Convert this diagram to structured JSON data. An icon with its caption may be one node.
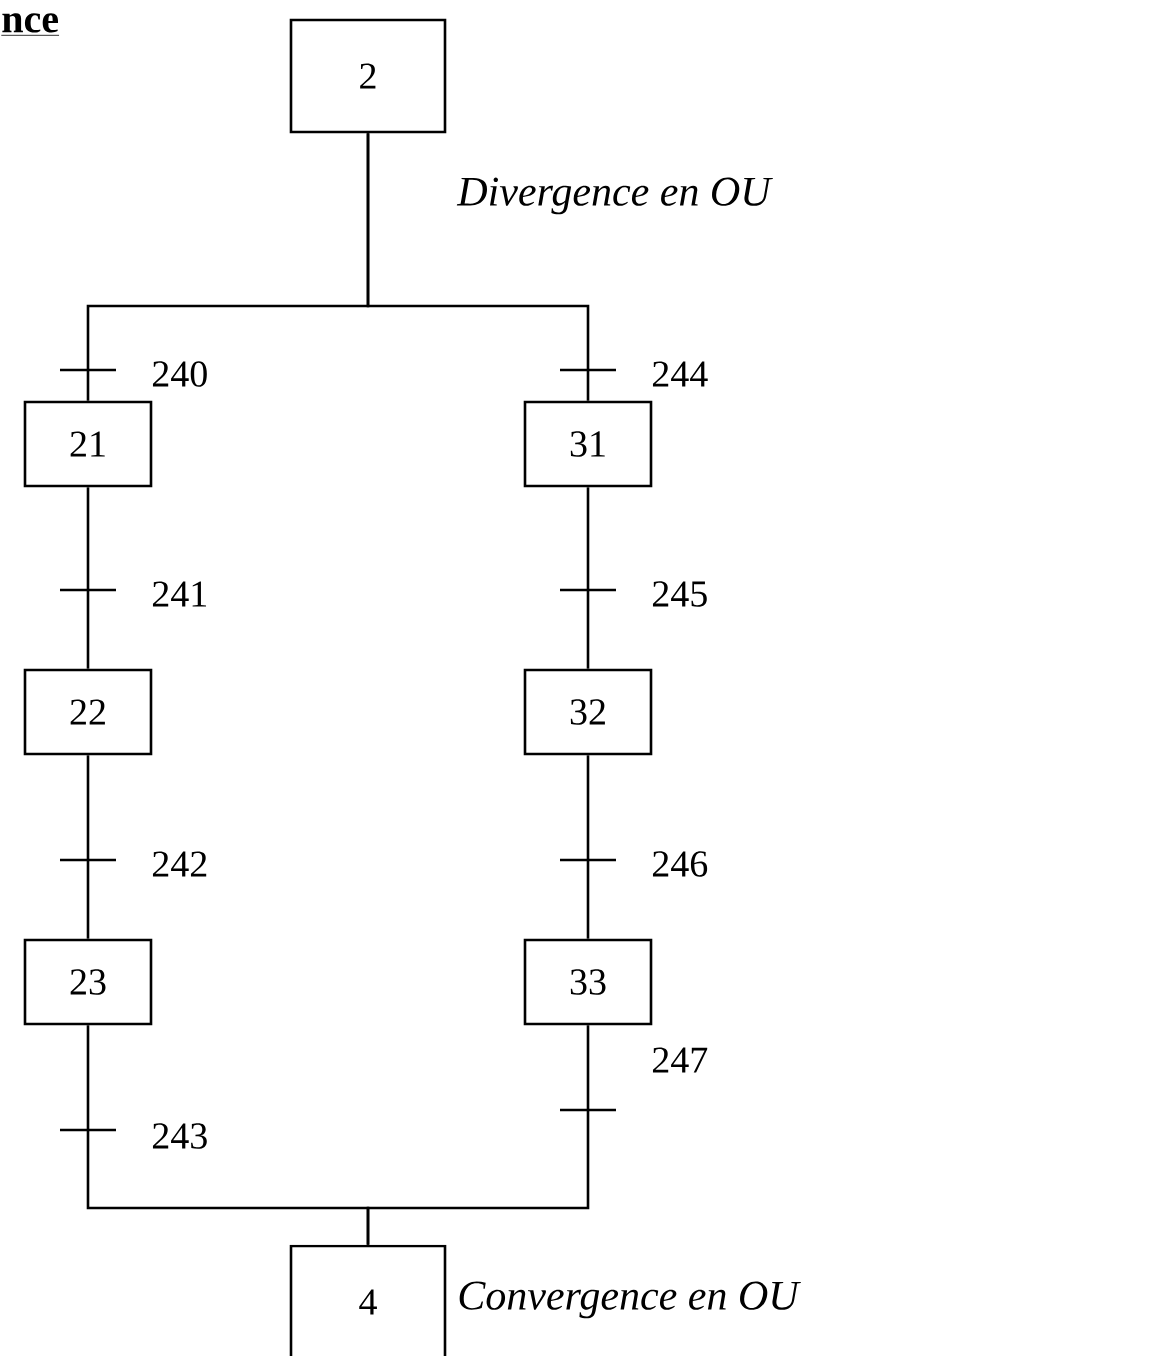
{
  "diagram": {
    "title": "nce",
    "nodes": [
      {
        "text": [
          "2"
        ]
      },
      {
        "text": [
          "21"
        ]
      },
      {
        "text": [
          "22"
        ]
      },
      {
        "text": [
          "23"
        ]
      },
      {
        "text": [
          "31"
        ]
      },
      {
        "text": [
          "32"
        ]
      },
      {
        "text": [
          "33"
        ]
      },
      {
        "text": [
          "4"
        ]
      }
    ],
    "edges": [
      {
        "from": 0,
        "to": 1,
        "arrow": "none",
        "label": "240"
      },
      {
        "from": 0,
        "to": 4,
        "arrow": "none",
        "label": "244"
      },
      {
        "from": 1,
        "to": 2,
        "arrow": "none",
        "label": "241"
      },
      {
        "from": 2,
        "to": 3,
        "arrow": "none",
        "label": "242"
      },
      {
        "from": 3,
        "to": 7,
        "arrow": "none",
        "label": "243"
      },
      {
        "from": 4,
        "to": 5,
        "arrow": "none",
        "label": "245"
      },
      {
        "from": 5,
        "to": 6,
        "arrow": "none",
        "label": "246"
      },
      {
        "from": 6,
        "to": 7,
        "arrow": "none",
        "label": "247"
      }
    ],
    "labels": [
      "Divergence en OU",
      "Convergence en OU"
    ]
  }
}
